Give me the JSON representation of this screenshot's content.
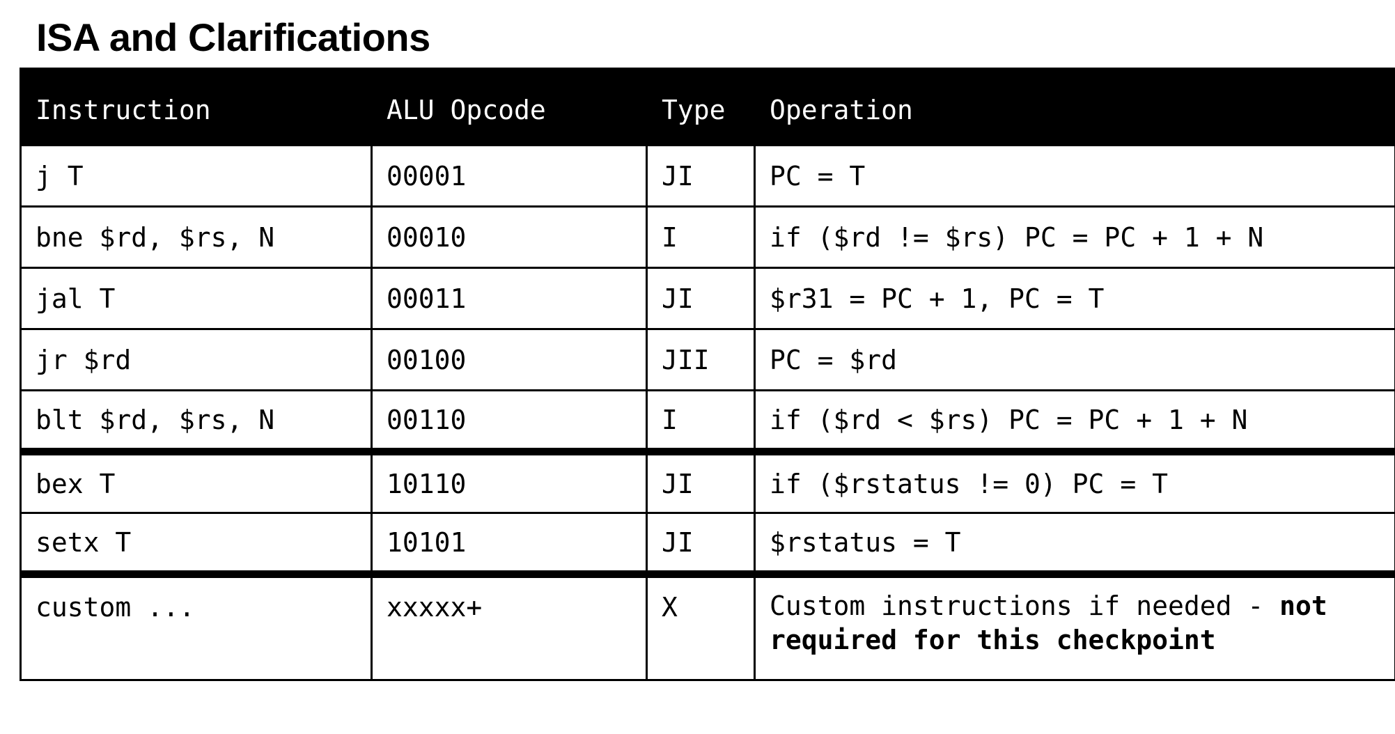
{
  "page": {
    "title": "ISA and Clarifications"
  },
  "table": {
    "headers": [
      "Instruction",
      "ALU Opcode",
      "Type",
      "Operation"
    ],
    "rows": [
      {
        "instruction": "j T",
        "opcode": "00001",
        "type": "JI",
        "operation": "PC = T"
      },
      {
        "instruction": "bne $rd, $rs, N",
        "opcode": "00010",
        "type": "I",
        "operation": "if ($rd != $rs) PC = PC + 1 + N"
      },
      {
        "instruction": "jal T",
        "opcode": "00011",
        "type": "JI",
        "operation": "$r31 = PC + 1, PC = T"
      },
      {
        "instruction": "jr $rd",
        "opcode": "00100",
        "type": "JII",
        "operation": "PC = $rd"
      },
      {
        "instruction": "blt $rd, $rs, N",
        "opcode": "00110",
        "type": "I",
        "operation": "if ($rd < $rs) PC = PC + 1 + N"
      },
      {
        "instruction": "bex T",
        "opcode": "10110",
        "type": "JI",
        "operation": "if ($rstatus != 0) PC = T"
      },
      {
        "instruction": "setx T",
        "opcode": "10101",
        "type": "JI",
        "operation": "$rstatus = T"
      },
      {
        "instruction": "custom ...",
        "opcode": "xxxxx+",
        "type": "X",
        "operation": "Custom instructions if needed - ",
        "operation_bold": "not required for this checkpoint"
      }
    ]
  }
}
